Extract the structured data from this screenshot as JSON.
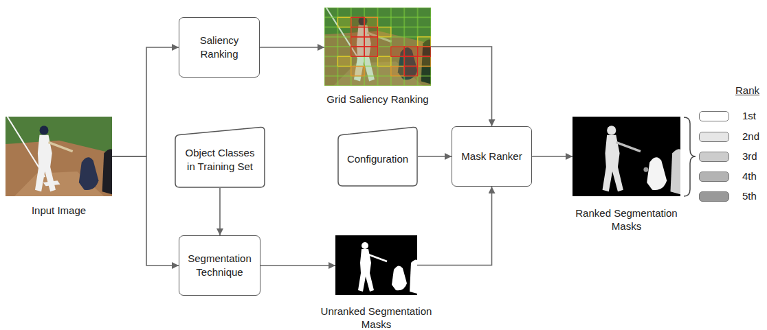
{
  "diagram": {
    "nodes": [
      {
        "text": [
          "Input Image"
        ]
      },
      {
        "text": [
          "Saliency Ranking"
        ]
      },
      {
        "text": [
          "Object Classes in Training Set"
        ]
      },
      {
        "text": [
          "Segmentation Technique"
        ]
      },
      {
        "text": [
          "Grid Saliency Ranking"
        ]
      },
      {
        "text": [
          "Configuration"
        ]
      },
      {
        "text": [
          "Mask Ranker"
        ]
      },
      {
        "text": [
          "Unranked Segmentation Masks"
        ]
      },
      {
        "text": [
          "Ranked Segmentation Masks"
        ]
      }
    ],
    "edges": [
      {
        "from": 0,
        "to": 1,
        "arrow": "to"
      },
      {
        "from": 0,
        "to": 3,
        "arrow": "to"
      },
      {
        "from": 1,
        "to": 4,
        "arrow": "to"
      },
      {
        "from": 2,
        "to": 3,
        "arrow": "to"
      },
      {
        "from": 3,
        "to": 7,
        "arrow": "to"
      },
      {
        "from": 4,
        "to": 6,
        "arrow": "to"
      },
      {
        "from": 5,
        "to": 6,
        "arrow": "to"
      },
      {
        "from": 7,
        "to": 6,
        "arrow": "to"
      },
      {
        "from": 6,
        "to": 8,
        "arrow": "to"
      }
    ],
    "labels": [
      "Rank"
    ],
    "legend": [
      {
        "text": "1st",
        "color": "#ffffff"
      },
      {
        "text": "2nd",
        "color": "#e6e6e6"
      },
      {
        "text": "3rd",
        "color": "#cccccc"
      },
      {
        "text": "4th",
        "color": "#b3b3b3"
      },
      {
        "text": "5th",
        "color": "#999999"
      }
    ]
  }
}
